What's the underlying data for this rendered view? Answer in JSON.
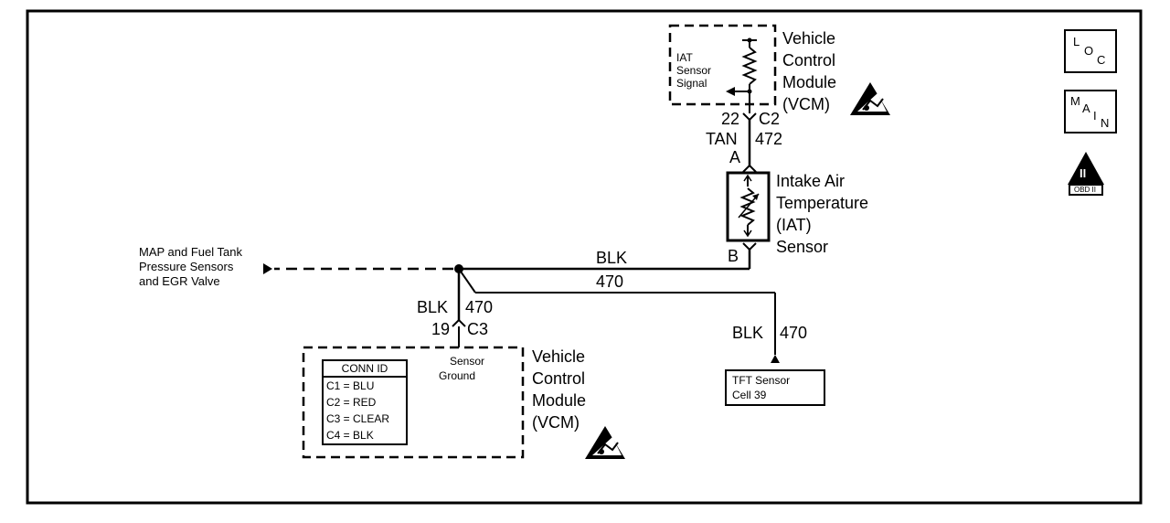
{
  "top_vcm": {
    "title_lines": [
      "Vehicle",
      "Control",
      "Module",
      "(VCM)"
    ],
    "signal_label_lines": [
      "IAT",
      "Sensor",
      "Signal"
    ]
  },
  "upper_wire": {
    "pin": "22",
    "connector": "C2",
    "color": "TAN",
    "circuit": "472"
  },
  "iat_sensor": {
    "pin_a": "A",
    "pin_b": "B",
    "title_lines": [
      "Intake Air",
      "Temperature",
      "(IAT)",
      "Sensor"
    ]
  },
  "ground_wire": {
    "color": "BLK",
    "circuit": "470"
  },
  "map_note_lines": [
    "MAP and Fuel Tank",
    "Pressure Sensors",
    "and EGR Valve"
  ],
  "vcm_ground_wire": {
    "color": "BLK",
    "circuit": "470",
    "pin": "19",
    "connector": "C3"
  },
  "tft_wire": {
    "color": "BLK",
    "circuit": "470"
  },
  "tft_box_lines": [
    "TFT Sensor",
    "Cell 39"
  ],
  "bottom_vcm": {
    "title_lines": [
      "Vehicle",
      "Control",
      "Module",
      "(VCM)"
    ],
    "ground_label_lines": [
      "Sensor",
      "Ground"
    ],
    "conn_id": {
      "header": "CONN ID",
      "rows": [
        "C1 = BLU",
        "C2 = RED",
        "C3 = CLEAR",
        "C4 = BLK"
      ]
    }
  },
  "side_icons": {
    "loc": [
      "L",
      "O",
      "C"
    ],
    "main": [
      "M",
      "A",
      "I",
      "N"
    ],
    "obd": {
      "numeral": "II",
      "label": "OBD II"
    }
  }
}
